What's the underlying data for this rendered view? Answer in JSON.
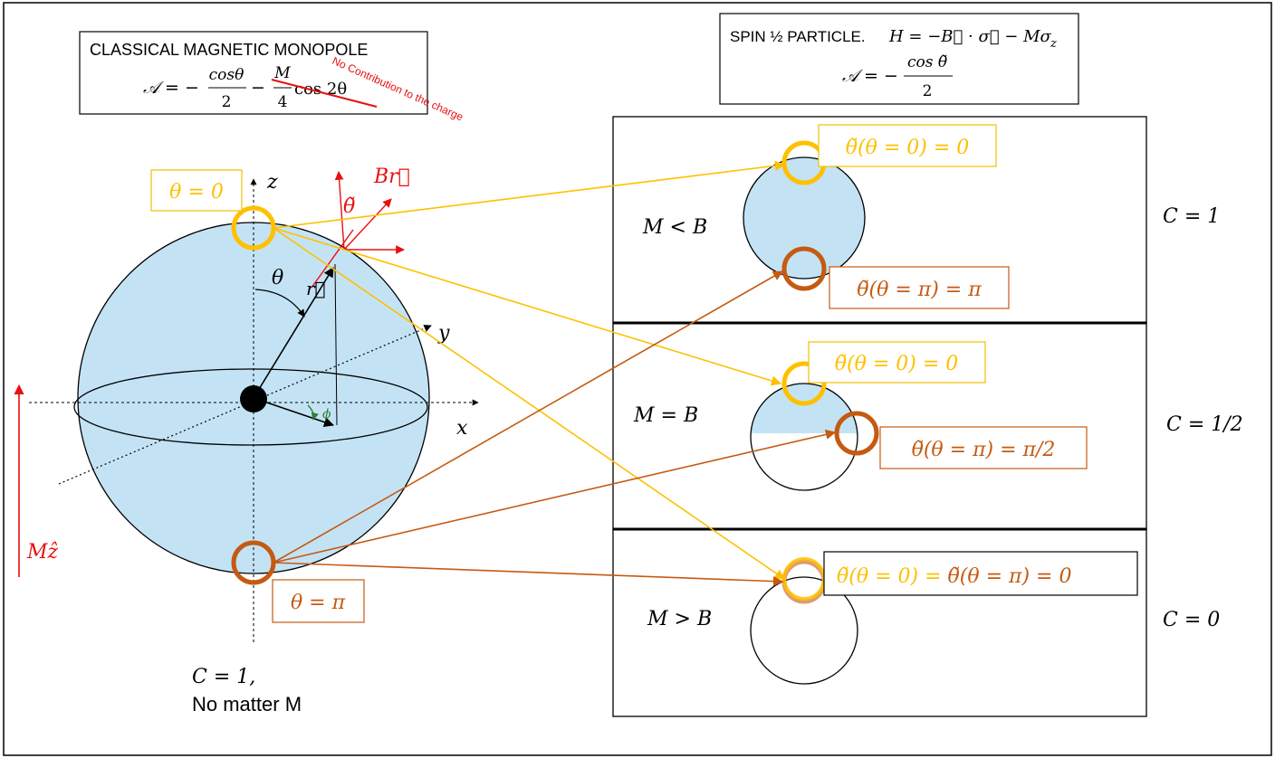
{
  "colors": {
    "sphere_fill": "#c3e3f5",
    "north": "#ffc000",
    "north_box": "#f0c000",
    "south": "#c55a11",
    "red": "#e81010",
    "green": "#2e7d32",
    "black": "#000000"
  },
  "monopole": {
    "title": "CLASSICAL MAGNETIC MONOPOLE",
    "lhs": "𝒜 = −",
    "frac1_num": "cosθ",
    "frac1_den": "2",
    "minus2": "−",
    "frac2_num": "M",
    "frac2_den": "4",
    "term": "cos 2θ",
    "no_contribution": "No Contribution to the charge"
  },
  "spin": {
    "title": "SPIN ½ PARTICLE.",
    "hamiltonian": "H = −B⃗ · σ⃗  − Mσ",
    "hamiltonian_sub": "z",
    "lhs": "𝒜 = −",
    "frac_num": "cos θ̃",
    "frac_den": "2"
  },
  "sphere": {
    "axis_z": "z",
    "axis_x": "x",
    "axis_y": "y",
    "theta": "θ",
    "r_vec": "r⃗",
    "phi": "ϕ",
    "theta_tilde": "θ̃",
    "b_r": "Br⃗",
    "m_z": "Mẑ",
    "north_label": "θ = 0",
    "south_label": "θ = π",
    "charge_line1": "C = 1,",
    "charge_line2": "No matter M"
  },
  "panels": [
    {
      "condition": "M < B",
      "north_label": "θ̃(θ = 0) = 0",
      "south_label": "θ̃(θ = π) = π",
      "charge": "C = 1"
    },
    {
      "condition": "M = B",
      "north_label": "θ̃(θ = 0) = 0",
      "south_label": "θ̃(θ = π) = π/2",
      "charge": "C = 1/2"
    },
    {
      "condition": "M > B",
      "combined_north": "θ̃(θ = 0) = ",
      "combined_south": "θ̃(θ = π) = 0",
      "charge": "C = 0"
    }
  ]
}
